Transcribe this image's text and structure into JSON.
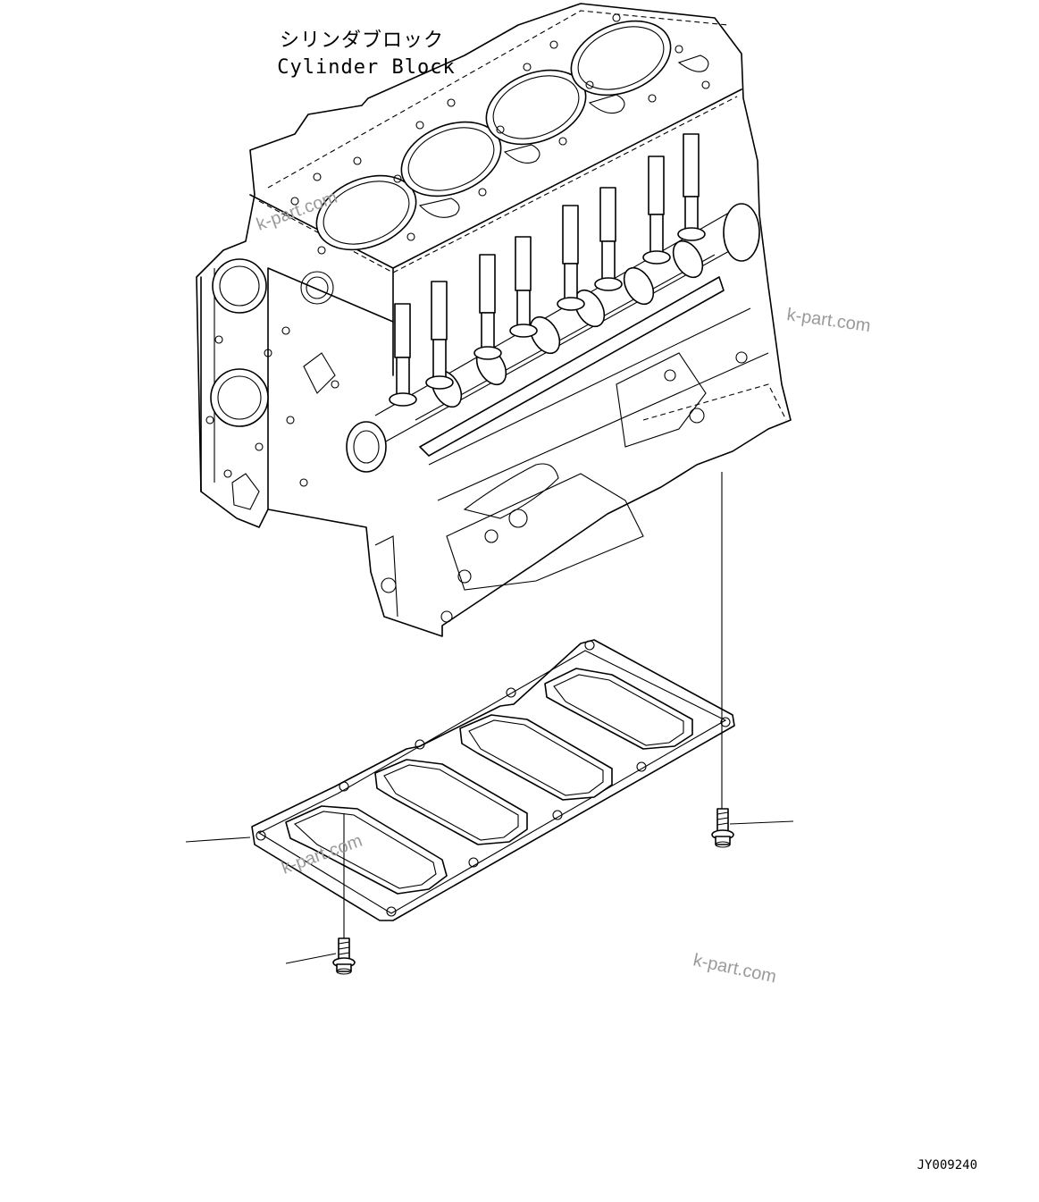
{
  "title": {
    "japanese": "シリンダブロック",
    "english": "Cylinder Block"
  },
  "watermark": "k-part.com",
  "drawing_code": "JY009240",
  "icons": {
    "cylinder_block": "engine-block-drawing",
    "gasket": "oil-pan-gasket-drawing",
    "bolt": "flange-bolt-drawing"
  }
}
